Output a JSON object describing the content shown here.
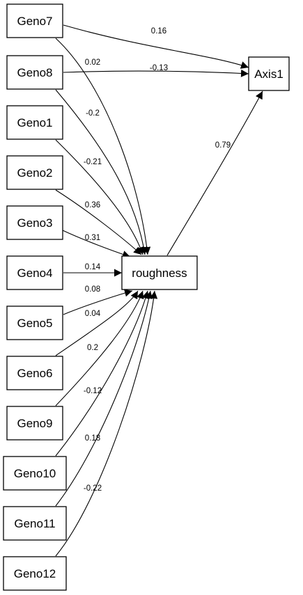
{
  "diagram": {
    "nodes": [
      {
        "id": "geno7",
        "label": "Geno7"
      },
      {
        "id": "geno8",
        "label": "Geno8"
      },
      {
        "id": "geno1",
        "label": "Geno1"
      },
      {
        "id": "geno2",
        "label": "Geno2"
      },
      {
        "id": "geno3",
        "label": "Geno3"
      },
      {
        "id": "geno4",
        "label": "Geno4"
      },
      {
        "id": "geno5",
        "label": "Geno5"
      },
      {
        "id": "geno6",
        "label": "Geno6"
      },
      {
        "id": "geno9",
        "label": "Geno9"
      },
      {
        "id": "geno10",
        "label": "Geno10"
      },
      {
        "id": "geno11",
        "label": "Geno11"
      },
      {
        "id": "geno12",
        "label": "Geno12"
      },
      {
        "id": "roughness",
        "label": "roughness"
      },
      {
        "id": "axis1",
        "label": "Axis1"
      }
    ],
    "edges": [
      {
        "from": "geno7",
        "to": "axis1",
        "label": "0.16"
      },
      {
        "from": "geno7",
        "to": "roughness",
        "label": "0.02"
      },
      {
        "from": "geno8",
        "to": "axis1",
        "label": "-0.13"
      },
      {
        "from": "geno8",
        "to": "roughness",
        "label": "-0.2"
      },
      {
        "from": "geno1",
        "to": "roughness",
        "label": "-0.21"
      },
      {
        "from": "geno2",
        "to": "roughness",
        "label": "0.36"
      },
      {
        "from": "geno3",
        "to": "roughness",
        "label": "0.31"
      },
      {
        "from": "geno4",
        "to": "roughness",
        "label": "0.14"
      },
      {
        "from": "geno5",
        "to": "roughness",
        "label": "0.08"
      },
      {
        "from": "geno6",
        "to": "roughness",
        "label": "0.04"
      },
      {
        "from": "geno9",
        "to": "roughness",
        "label": "0.2"
      },
      {
        "from": "geno10",
        "to": "roughness",
        "label": "-0.12"
      },
      {
        "from": "geno11",
        "to": "roughness",
        "label": "0.18"
      },
      {
        "from": "geno12",
        "to": "roughness",
        "label": "-0.22"
      },
      {
        "from": "roughness",
        "to": "axis1",
        "label": "0.79"
      }
    ]
  }
}
